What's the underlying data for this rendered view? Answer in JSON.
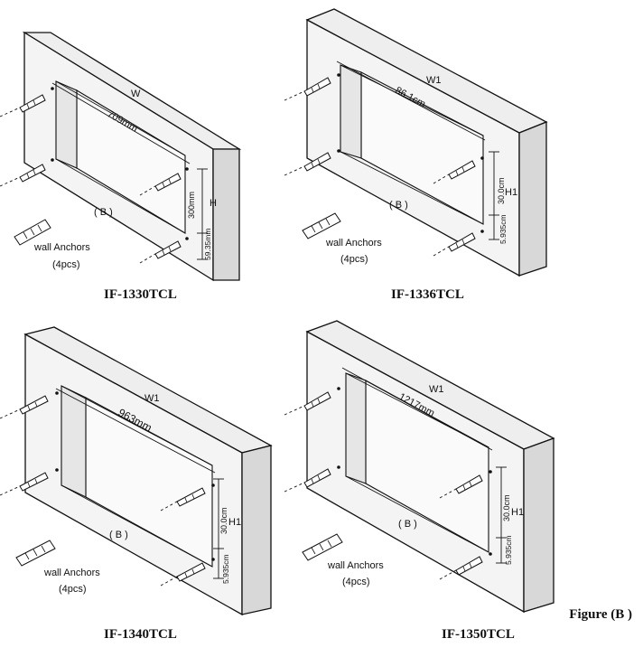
{
  "figure_label": "Figure (B )",
  "panels": [
    {
      "model": "IF-1330TCL",
      "width_label": "W",
      "width_value": "709mm",
      "height_label": "H",
      "height_value": "300mm",
      "offset_value": "59.35mm",
      "opening_label": "( B )",
      "anchors_label": "wall Anchors",
      "anchors_count": "(4pcs)"
    },
    {
      "model": "IF-1336TCL",
      "width_label": "W1",
      "width_value": "86.1cm",
      "height_label": "H1",
      "height_value": "30.0cm",
      "offset_value": "5.935cm",
      "opening_label": "( B )",
      "anchors_label": "wall Anchors",
      "anchors_count": "(4pcs)"
    },
    {
      "model": "IF-1340TCL",
      "width_label": "W1",
      "width_value": "963mm",
      "height_label": "H1",
      "height_value": "30.0cm",
      "offset_value": "5.935cm",
      "opening_label": "( B )",
      "anchors_label": "wall Anchors",
      "anchors_count": "(4pcs)"
    },
    {
      "model": "IF-1350TCL",
      "width_label": "W1",
      "width_value": "1217mm",
      "height_label": "H1",
      "height_value": "30.0cm",
      "offset_value": "5.935cm",
      "opening_label": "( B )",
      "anchors_label": "wall Anchors",
      "anchors_count": "(4pcs)"
    }
  ]
}
